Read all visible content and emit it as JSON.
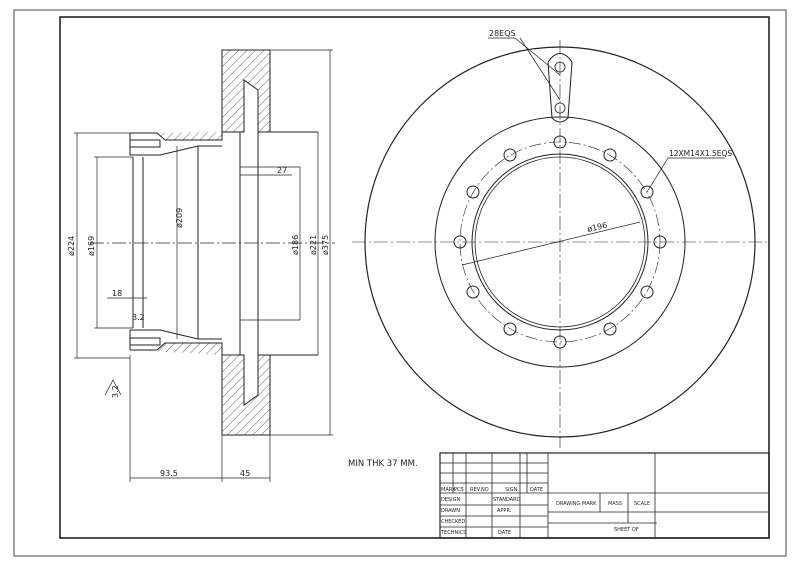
{
  "dimensions": {
    "d224": "ø224",
    "d169": "ø169",
    "d209": "ø209",
    "d186": "ø186",
    "d221": "ø221",
    "d375": "ø375",
    "d196": "ø196",
    "d27": "27",
    "d18": "18",
    "d32": "3.2",
    "d32b": "3.2",
    "d935": "93.5",
    "d45": "45"
  },
  "callouts": {
    "slots": "28EQS",
    "holes": "12XM14X1.5EQS"
  },
  "note": "MIN THK 37 MM.",
  "title_block": {
    "mark": "MARK",
    "pcs": "PCS",
    "revno": "REV.NO",
    "sign": "SIGN",
    "date": "DATE",
    "design": "DESIGN",
    "standard": "STANDARD",
    "drawn": "DRAWN",
    "appr": "APPR.",
    "checked": "CHECKED",
    "technics": "TECHNICS",
    "date2": "DATE",
    "drawing_mark": "DRAWING MARK",
    "mass": "MASS",
    "scale": "SCALE",
    "sheet": "SHEET OF"
  }
}
